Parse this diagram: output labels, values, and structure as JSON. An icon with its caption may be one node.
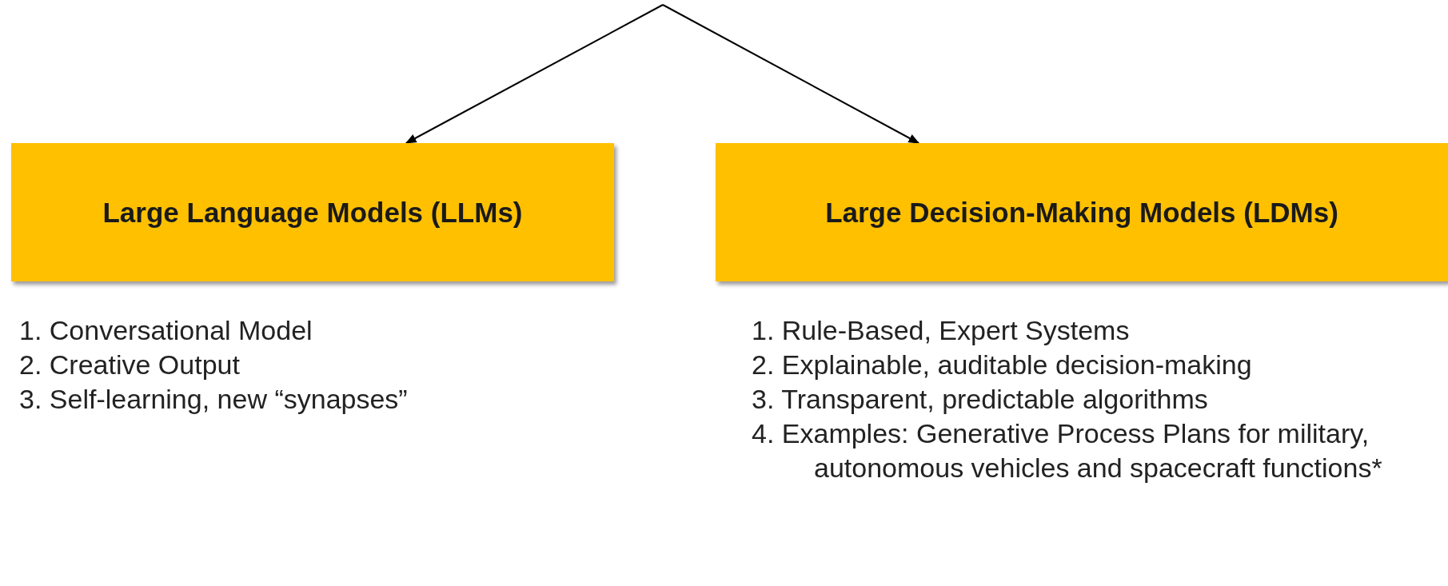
{
  "diagram": {
    "nodes": [
      {
        "text": [
          "Large Language Models (LLMs)"
        ],
        "beside": [
          "1. Conversational Model",
          "2. Creative Output",
          "3. Self-learning, new “synapses”"
        ]
      },
      {
        "text": [
          "Large Decision-Making Models (LDMs)"
        ],
        "beside": [
          "1. Rule-Based, Expert Systems",
          "2. Explainable, auditable decision-making",
          "3. Transparent, predictable algorithms",
          "4. Examples:  Generative Process Plans for military, autonomous vehicles and spacecraft functions*"
        ]
      }
    ],
    "edges": [
      {
        "from": null,
        "to": 0,
        "arrow": "to"
      },
      {
        "from": null,
        "to": 1,
        "arrow": "to"
      }
    ]
  }
}
